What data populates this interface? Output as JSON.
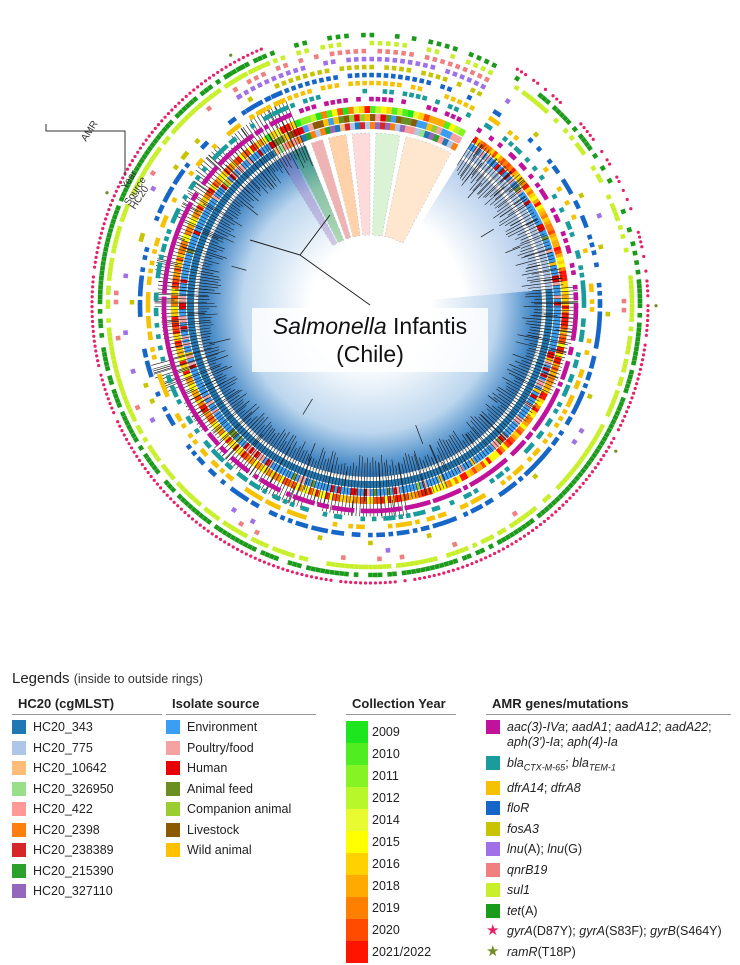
{
  "tree": {
    "title_italic": "Salmonella",
    "title_rest": " Infantis",
    "subtitle": "(Chile)",
    "ring_labels": {
      "amr": "AMR",
      "year": "Year",
      "source": "Source",
      "hc20": "HC20"
    }
  },
  "legend": {
    "title": "Legends",
    "subtitle": "(inside to outside rings)",
    "hc20": {
      "heading": "HC20 (cgMLST)",
      "items": [
        {
          "label": "HC20_343",
          "color": "#1f77b4"
        },
        {
          "label": "HC20_775",
          "color": "#aec7e8"
        },
        {
          "label": "HC20_10642",
          "color": "#ffbb78"
        },
        {
          "label": "HC20_326950",
          "color": "#98df8a"
        },
        {
          "label": "HC20_422",
          "color": "#ff9896"
        },
        {
          "label": "HC20_2398",
          "color": "#ff7f0e"
        },
        {
          "label": "HC20_238389",
          "color": "#d62728"
        },
        {
          "label": "HC20_215390",
          "color": "#2ca02c"
        },
        {
          "label": "HC20_327110",
          "color": "#9467bd"
        }
      ]
    },
    "source": {
      "heading": "Isolate source",
      "items": [
        {
          "label": "Environment",
          "color": "#3a9ef2"
        },
        {
          "label": "Poultry/food",
          "color": "#f4a2a2"
        },
        {
          "label": "Human",
          "color": "#e80000"
        },
        {
          "label": "Animal feed",
          "color": "#6b8e23"
        },
        {
          "label": "Companion animal",
          "color": "#9acd32"
        },
        {
          "label": "Livestock",
          "color": "#8b5a00"
        },
        {
          "label": "Wild animal",
          "color": "#ffc000"
        }
      ]
    },
    "year": {
      "heading": "Collection Year",
      "items": [
        {
          "label": "2009",
          "color": "#1ee61e"
        },
        {
          "label": "2010",
          "color": "#50ee20"
        },
        {
          "label": "2011",
          "color": "#86f424"
        },
        {
          "label": "2012",
          "color": "#b8f82a"
        },
        {
          "label": "2014",
          "color": "#e8fa30"
        },
        {
          "label": "2015",
          "color": "#ffff00"
        },
        {
          "label": "2016",
          "color": "#ffd100"
        },
        {
          "label": "2018",
          "color": "#ffaa00"
        },
        {
          "label": "2019",
          "color": "#ff7f00"
        },
        {
          "label": "2020",
          "color": "#ff4a00"
        },
        {
          "label": "2021/2022",
          "color": "#ff1400"
        }
      ]
    },
    "amr": {
      "heading": "AMR genes/mutations",
      "items": [
        {
          "parts": [
            [
              "aac(3)-IVa",
              true
            ],
            [
              "; ",
              false
            ],
            [
              "aadA1",
              true
            ],
            [
              "; ",
              false
            ],
            [
              "aadA12",
              true
            ],
            [
              "; ",
              false
            ],
            [
              "aadA22",
              true
            ],
            [
              "; ",
              false
            ],
            [
              "aph(3')-Ia",
              true
            ],
            [
              "; ",
              false
            ],
            [
              "aph(4)-Ia",
              true
            ]
          ],
          "color": "#c0129b",
          "shape": "square"
        },
        {
          "parts": [
            [
              "bla",
              true
            ],
            [
              "CTX-M-65",
              true,
              "sub"
            ],
            [
              "; ",
              false
            ],
            [
              "bla",
              true
            ],
            [
              "TEM-1",
              true,
              "sub"
            ]
          ],
          "color": "#1a9c9c",
          "shape": "square"
        },
        {
          "parts": [
            [
              "dfrA14",
              true
            ],
            [
              "; ",
              false
            ],
            [
              "dfrA8",
              true
            ]
          ],
          "color": "#f6c100",
          "shape": "square"
        },
        {
          "parts": [
            [
              "floR",
              true
            ]
          ],
          "color": "#1666c8",
          "shape": "square"
        },
        {
          "parts": [
            [
              "fosA3",
              true
            ]
          ],
          "color": "#c8c400",
          "shape": "square"
        },
        {
          "parts": [
            [
              "lnu",
              true
            ],
            [
              "(A); ",
              false
            ],
            [
              "lnu",
              true
            ],
            [
              "(G)",
              false
            ]
          ],
          "color": "#a070e8",
          "shape": "square"
        },
        {
          "parts": [
            [
              "qnrB19",
              true
            ]
          ],
          "color": "#f08080",
          "shape": "square"
        },
        {
          "parts": [
            [
              "sul1",
              true
            ]
          ],
          "color": "#c8f02a",
          "shape": "square"
        },
        {
          "parts": [
            [
              "tet",
              true
            ],
            [
              "(A)",
              false
            ]
          ],
          "color": "#1a9b1a",
          "shape": "square"
        },
        {
          "parts": [
            [
              "gyrA",
              true
            ],
            [
              "(D87Y); ",
              false
            ],
            [
              "gyrA",
              true
            ],
            [
              "(S83F); ",
              false
            ],
            [
              "gyrB",
              true
            ],
            [
              "(S464Y)",
              false
            ]
          ],
          "color": "#e8206a",
          "shape": "star"
        },
        {
          "parts": [
            [
              "ramR",
              true
            ],
            [
              "(T18P)",
              false
            ]
          ],
          "color": "#6b8e23",
          "shape": "star"
        }
      ]
    }
  }
}
